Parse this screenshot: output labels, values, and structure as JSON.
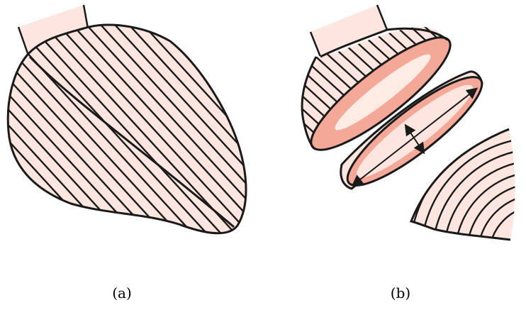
{
  "figure": {
    "panels": [
      {
        "id": "a",
        "caption": "(a)"
      },
      {
        "id": "b",
        "caption": "(b)"
      }
    ]
  },
  "colors": {
    "fill": "#FCE6DF",
    "inner_section": "#F3A898",
    "highlight": "#FDEBE4",
    "outline": "#1A1A1A"
  }
}
